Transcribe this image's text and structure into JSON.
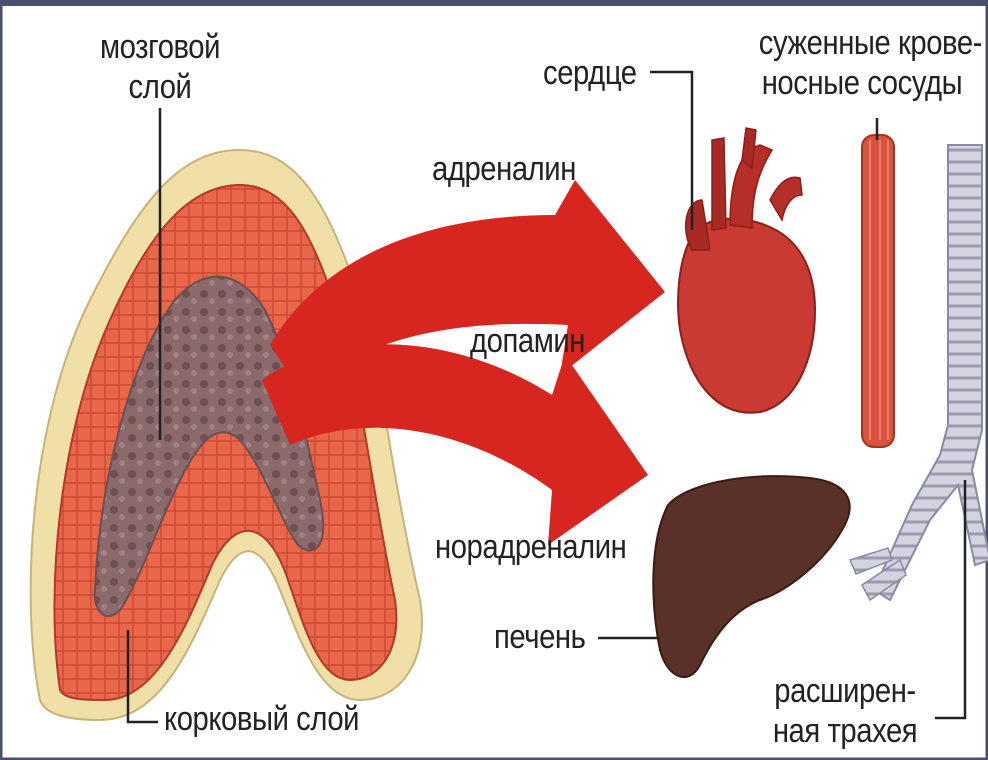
{
  "diagram": {
    "labels": {
      "medulla_line1": "мозговой",
      "medulla_line2": "слой",
      "cortex": "корковый слой",
      "heart": "сердце",
      "vessels_line1": "суженные крове-",
      "vessels_line2": "носные сосуды",
      "adrenaline": "адреналин",
      "dopamine": "допамин",
      "noradrenaline": "норадреналин",
      "liver": "печень",
      "trachea_line1": "расширен-",
      "trachea_line2": "ная трахея"
    },
    "colors": {
      "arrow": "#d6261f",
      "cortex_outer": "#f1dfa8",
      "cortex_tissue": "#e8664a",
      "medulla": "#8a6a6a",
      "heart": "#c83a32",
      "liver": "#5a3128",
      "vessel": "#d8533e",
      "trachea": "#b8b8c8",
      "frame": "#4a4f6e"
    }
  }
}
